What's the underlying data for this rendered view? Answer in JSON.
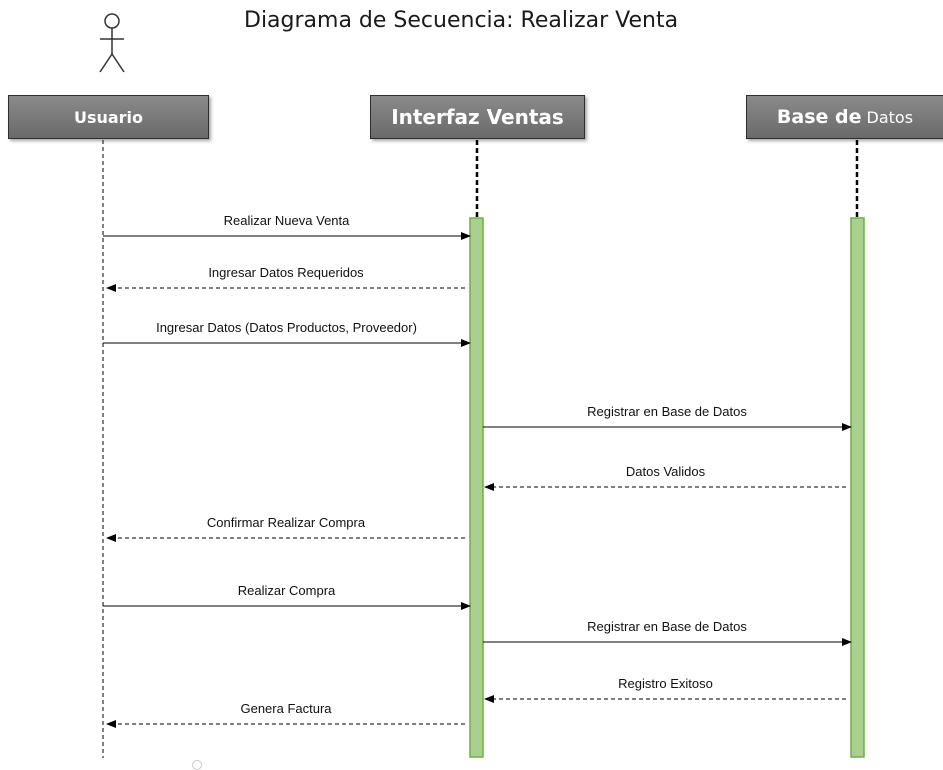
{
  "title": "Diagrama de Secuencia: Realizar Venta",
  "actor": {
    "icon": "stick-figure-icon"
  },
  "lifelines": [
    {
      "id": "usuario",
      "label_main": "Usuario",
      "label_small": ""
    },
    {
      "id": "interfaz",
      "label_main": "Interfaz Ventas",
      "label_small": ""
    },
    {
      "id": "bd",
      "label_main": "Base de",
      "label_small": "Datos"
    }
  ],
  "messages": [
    {
      "label": "Realizar Nueva Venta",
      "from": "usuario",
      "to": "interfaz",
      "kind": "sync"
    },
    {
      "label": "Ingresar Datos Requeridos",
      "from": "interfaz",
      "to": "usuario",
      "kind": "return"
    },
    {
      "label": "Ingresar Datos (Datos Productos, Proveedor)",
      "from": "usuario",
      "to": "interfaz",
      "kind": "sync"
    },
    {
      "label": "Registrar en Base de Datos",
      "from": "interfaz",
      "to": "bd",
      "kind": "sync"
    },
    {
      "label": "Datos Validos",
      "from": "bd",
      "to": "interfaz",
      "kind": "return"
    },
    {
      "label": "Confirmar Realizar Compra",
      "from": "interfaz",
      "to": "usuario",
      "kind": "return"
    },
    {
      "label": "Realizar Compra",
      "from": "usuario",
      "to": "interfaz",
      "kind": "sync"
    },
    {
      "label": "Registrar en Base de Datos",
      "from": "interfaz",
      "to": "bd",
      "kind": "sync"
    },
    {
      "label": "Registro Exitoso",
      "from": "bd",
      "to": "interfaz",
      "kind": "return"
    },
    {
      "label": "Genera Factura",
      "from": "interfaz",
      "to": "usuario",
      "kind": "return"
    }
  ],
  "colors": {
    "header_bg": "#7a7a7a",
    "header_text": "#ffffff",
    "activation_fill": "#a9d08e",
    "activation_border": "#70ad47",
    "line": "#000000"
  }
}
